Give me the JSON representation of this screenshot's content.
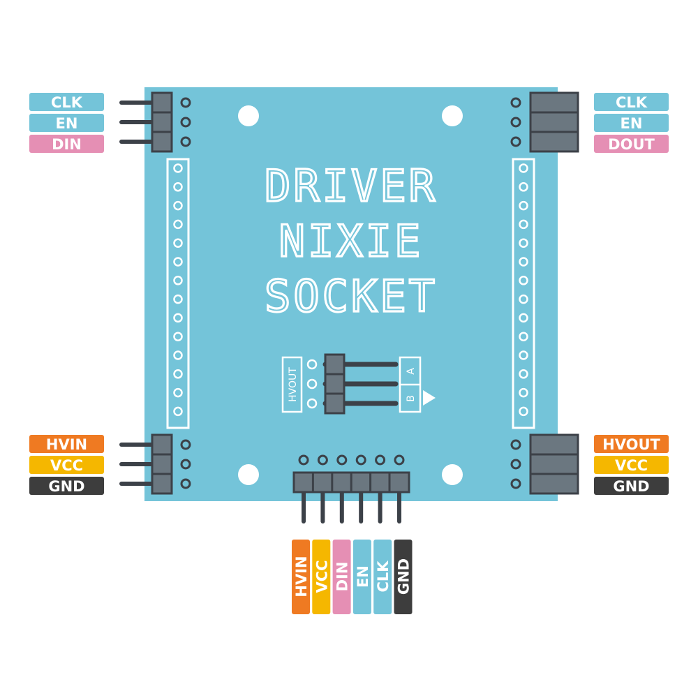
{
  "board": {
    "title_lines": [
      "DRIVER",
      "NIXIE",
      "SOCKET"
    ],
    "switch_label": "HVOUT",
    "switch_pos_a": "A",
    "switch_pos_b": "B"
  },
  "colors": {
    "board": "#74c4d9",
    "header": "#6b7780",
    "pin": "#3c4148",
    "label_blue": "#74c4d9",
    "label_pink": "#e58fb4",
    "label_orange": "#ef7a22",
    "label_yellow": "#f5b700",
    "label_dark": "#3d3d3d"
  },
  "pin_labels": {
    "top_left": [
      {
        "text": "CLK",
        "color": "label_blue"
      },
      {
        "text": "EN",
        "color": "label_blue"
      },
      {
        "text": "DIN",
        "color": "label_pink"
      }
    ],
    "top_right": [
      {
        "text": "CLK",
        "color": "label_blue"
      },
      {
        "text": "EN",
        "color": "label_blue"
      },
      {
        "text": "DOUT",
        "color": "label_pink"
      }
    ],
    "bottom_left": [
      {
        "text": "HVIN",
        "color": "label_orange"
      },
      {
        "text": "VCC",
        "color": "label_yellow"
      },
      {
        "text": "GND",
        "color": "label_dark"
      }
    ],
    "bottom_right": [
      {
        "text": "HVOUT",
        "color": "label_orange"
      },
      {
        "text": "VCC",
        "color": "label_yellow"
      },
      {
        "text": "GND",
        "color": "label_dark"
      }
    ],
    "bottom": [
      {
        "text": "HVIN",
        "color": "label_orange"
      },
      {
        "text": "VCC",
        "color": "label_yellow"
      },
      {
        "text": "DIN",
        "color": "label_pink"
      },
      {
        "text": "EN",
        "color": "label_blue"
      },
      {
        "text": "CLK",
        "color": "label_blue"
      },
      {
        "text": "GND",
        "color": "label_dark"
      }
    ]
  }
}
